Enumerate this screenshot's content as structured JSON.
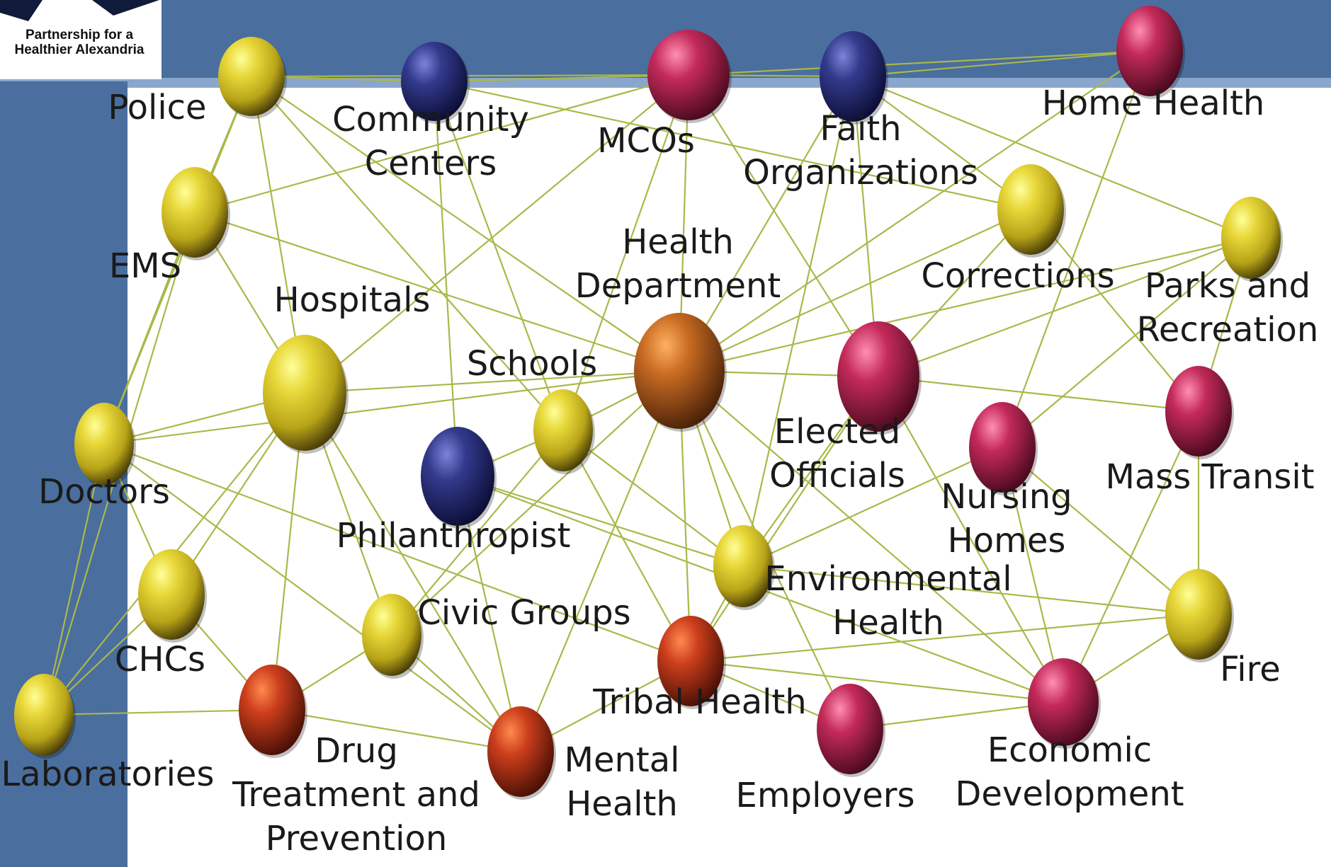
{
  "logo": {
    "line1": "Partnership for a",
    "line2": "Healthier Alexandria"
  },
  "colors": {
    "gold": "#d6c62a",
    "navy": "#2c2f7a",
    "crimson": "#b3204f",
    "orange": "#c2621e",
    "red": "#c23a1c",
    "edge": "#aab84a",
    "band": "#4a6e9e"
  },
  "nodes": [
    {
      "id": "police",
      "color": "gold",
      "label": [
        "Police"
      ]
    },
    {
      "id": "community",
      "color": "navy",
      "label": [
        "Community",
        "Centers"
      ]
    },
    {
      "id": "mcos",
      "color": "crimson",
      "label": [
        "MCOs"
      ]
    },
    {
      "id": "faith",
      "color": "navy",
      "label": [
        "Faith",
        "Organizations"
      ]
    },
    {
      "id": "homehealth",
      "color": "crimson",
      "label": [
        "Home Health"
      ]
    },
    {
      "id": "ems",
      "color": "gold",
      "label": [
        "EMS"
      ]
    },
    {
      "id": "corrections",
      "color": "gold",
      "label": [
        "Corrections"
      ]
    },
    {
      "id": "parks",
      "color": "gold",
      "label": [
        "Parks and",
        "Recreation"
      ]
    },
    {
      "id": "hospitals",
      "color": "gold",
      "label": [
        "Hospitals"
      ]
    },
    {
      "id": "healthdept",
      "color": "orange",
      "label": [
        "Health",
        "Department"
      ]
    },
    {
      "id": "schools",
      "color": "gold",
      "label": [
        "Schools"
      ]
    },
    {
      "id": "elected",
      "color": "crimson",
      "label": [
        "Elected",
        "Officials"
      ]
    },
    {
      "id": "masstransit",
      "color": "crimson",
      "label": [
        "Mass Transit"
      ]
    },
    {
      "id": "doctors",
      "color": "gold",
      "label": [
        "Doctors"
      ]
    },
    {
      "id": "philanthropist",
      "color": "navy",
      "label": [
        "Philanthropist"
      ]
    },
    {
      "id": "nursing",
      "color": "crimson",
      "label": [
        "Nursing",
        "Homes"
      ]
    },
    {
      "id": "envhealth",
      "color": "gold",
      "label": [
        "Environmental",
        "Health"
      ]
    },
    {
      "id": "chcs",
      "color": "gold",
      "label": [
        "CHCs"
      ]
    },
    {
      "id": "civic",
      "color": "gold",
      "label": [
        "Civic Groups"
      ]
    },
    {
      "id": "fire",
      "color": "gold",
      "label": [
        "Fire"
      ]
    },
    {
      "id": "labs",
      "color": "gold",
      "label": [
        "Laboratories"
      ]
    },
    {
      "id": "drug",
      "color": "red",
      "label": [
        "Drug",
        "Treatment and",
        "Prevention"
      ]
    },
    {
      "id": "tribal",
      "color": "red",
      "label": [
        "Tribal Health"
      ]
    },
    {
      "id": "mental",
      "color": "red",
      "label": [
        "Mental",
        "Health"
      ]
    },
    {
      "id": "employers",
      "color": "crimson",
      "label": [
        "Employers"
      ]
    },
    {
      "id": "econ",
      "color": "crimson",
      "label": [
        "Economic",
        "Development"
      ]
    }
  ],
  "edges": [
    [
      "police",
      "community"
    ],
    [
      "police",
      "ems"
    ],
    [
      "police",
      "doctors"
    ],
    [
      "police",
      "schools"
    ],
    [
      "police",
      "healthdept"
    ],
    [
      "police",
      "mcos"
    ],
    [
      "police",
      "hospitals"
    ],
    [
      "community",
      "mcos"
    ],
    [
      "community",
      "schools"
    ],
    [
      "community",
      "philanthropist"
    ],
    [
      "community",
      "corrections"
    ],
    [
      "mcos",
      "faith"
    ],
    [
      "mcos",
      "homehealth"
    ],
    [
      "mcos",
      "hospitals"
    ],
    [
      "mcos",
      "healthdept"
    ],
    [
      "mcos",
      "ems"
    ],
    [
      "mcos",
      "schools"
    ],
    [
      "mcos",
      "elected"
    ],
    [
      "faith",
      "healthdept"
    ],
    [
      "faith",
      "elected"
    ],
    [
      "faith",
      "corrections"
    ],
    [
      "faith",
      "parks"
    ],
    [
      "faith",
      "envhealth"
    ],
    [
      "homehealth",
      "healthdept"
    ],
    [
      "homehealth",
      "nursing"
    ],
    [
      "homehealth",
      "faith"
    ],
    [
      "ems",
      "hospitals"
    ],
    [
      "ems",
      "labs"
    ],
    [
      "ems",
      "healthdept"
    ],
    [
      "ems",
      "doctors"
    ],
    [
      "corrections",
      "elected"
    ],
    [
      "corrections",
      "masstransit"
    ],
    [
      "corrections",
      "healthdept"
    ],
    [
      "parks",
      "healthdept"
    ],
    [
      "parks",
      "elected"
    ],
    [
      "parks",
      "masstransit"
    ],
    [
      "parks",
      "nursing"
    ],
    [
      "hospitals",
      "healthdept"
    ],
    [
      "hospitals",
      "doctors"
    ],
    [
      "hospitals",
      "chcs"
    ],
    [
      "hospitals",
      "labs"
    ],
    [
      "hospitals",
      "drug"
    ],
    [
      "hospitals",
      "civic"
    ],
    [
      "hospitals",
      "mental"
    ],
    [
      "healthdept",
      "elected"
    ],
    [
      "healthdept",
      "schools"
    ],
    [
      "healthdept",
      "tribal"
    ],
    [
      "healthdept",
      "envhealth"
    ],
    [
      "healthdept",
      "employers"
    ],
    [
      "healthdept",
      "econ"
    ],
    [
      "healthdept",
      "mental"
    ],
    [
      "healthdept",
      "civic"
    ],
    [
      "healthdept",
      "doctors"
    ],
    [
      "schools",
      "philanthropist"
    ],
    [
      "schools",
      "civic"
    ],
    [
      "schools",
      "envhealth"
    ],
    [
      "schools",
      "tribal"
    ],
    [
      "elected",
      "masstransit"
    ],
    [
      "elected",
      "econ"
    ],
    [
      "elected",
      "tribal"
    ],
    [
      "elected",
      "envhealth"
    ],
    [
      "doctors",
      "chcs"
    ],
    [
      "doctors",
      "labs"
    ],
    [
      "doctors",
      "tribal"
    ],
    [
      "doctors",
      "mental"
    ],
    [
      "philanthropist",
      "mental"
    ],
    [
      "philanthropist",
      "envhealth"
    ],
    [
      "philanthropist",
      "econ"
    ],
    [
      "nursing",
      "envhealth"
    ],
    [
      "nursing",
      "econ"
    ],
    [
      "nursing",
      "fire"
    ],
    [
      "envhealth",
      "tribal"
    ],
    [
      "envhealth",
      "fire"
    ],
    [
      "chcs",
      "drug"
    ],
    [
      "chcs",
      "labs"
    ],
    [
      "civic",
      "drug"
    ],
    [
      "civic",
      "mental"
    ],
    [
      "fire",
      "econ"
    ],
    [
      "fire",
      "masstransit"
    ],
    [
      "fire",
      "tribal"
    ],
    [
      "labs",
      "drug"
    ],
    [
      "drug",
      "mental"
    ],
    [
      "tribal",
      "employers"
    ],
    [
      "tribal",
      "econ"
    ],
    [
      "tribal",
      "mental"
    ],
    [
      "employers",
      "econ"
    ],
    [
      "econ",
      "masstransit"
    ]
  ]
}
